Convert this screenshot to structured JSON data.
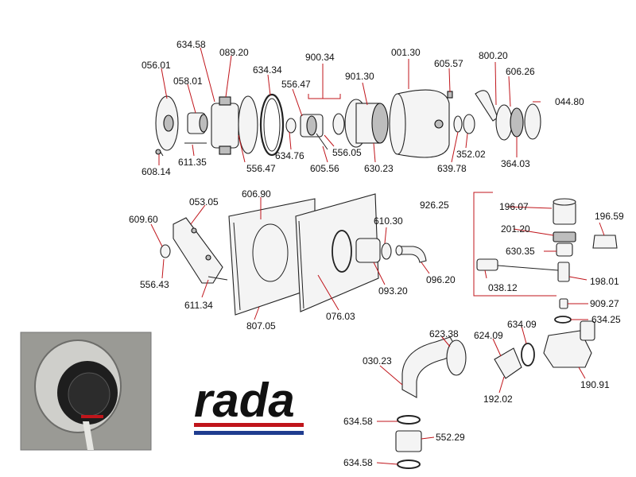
{
  "diagram": {
    "brand": {
      "logo_text": "rada",
      "stripe_colors": [
        "#c0151b",
        "#1f3c8f"
      ]
    },
    "accent_color": "#c0151b",
    "part_numbers": {
      "p_056_01": "056.01",
      "p_634_58_top": "634.58",
      "p_089_20": "089.20",
      "p_058_01": "058.01",
      "p_634_34": "634.34",
      "p_900_34": "900.34",
      "p_556_47_top": "556.47",
      "p_001_30": "001.30",
      "p_605_57": "605.57",
      "p_800_20": "800.20",
      "p_901_30": "901.30",
      "p_606_26": "606.26",
      "p_044_80": "044.80",
      "p_608_14": "608.14",
      "p_611_35": "611.35",
      "p_556_47_bottom": "556.47",
      "p_634_76": "634.76",
      "p_556_05": "556.05",
      "p_605_56": "605.56",
      "p_630_23": "630.23",
      "p_639_78": "639.78",
      "p_352_02": "352.02",
      "p_364_03": "364.03",
      "p_053_05": "053.05",
      "p_606_90": "606.90",
      "p_926_25": "926.25",
      "p_196_07": "196.07",
      "p_196_59": "196.59",
      "p_609_60": "609.60",
      "p_610_30": "610.30",
      "p_201_20": "201.20",
      "p_630_35": "630.35",
      "p_556_43": "556.43",
      "p_611_34": "611.34",
      "p_093_20": "093.20",
      "p_096_20": "096.20",
      "p_038_12": "038.12",
      "p_198_01": "198.01",
      "p_807_05": "807.05",
      "p_076_03": "076.03",
      "p_909_27": "909.27",
      "p_634_25": "634.25",
      "p_623_38": "623.38",
      "p_634_09": "634.09",
      "p_624_09": "624.09",
      "p_030_23": "030.23",
      "p_192_02": "192.02",
      "p_190_91": "190.91",
      "p_634_58_mid": "634.58",
      "p_552_29": "552.29",
      "p_634_58_low": "634.58"
    }
  }
}
